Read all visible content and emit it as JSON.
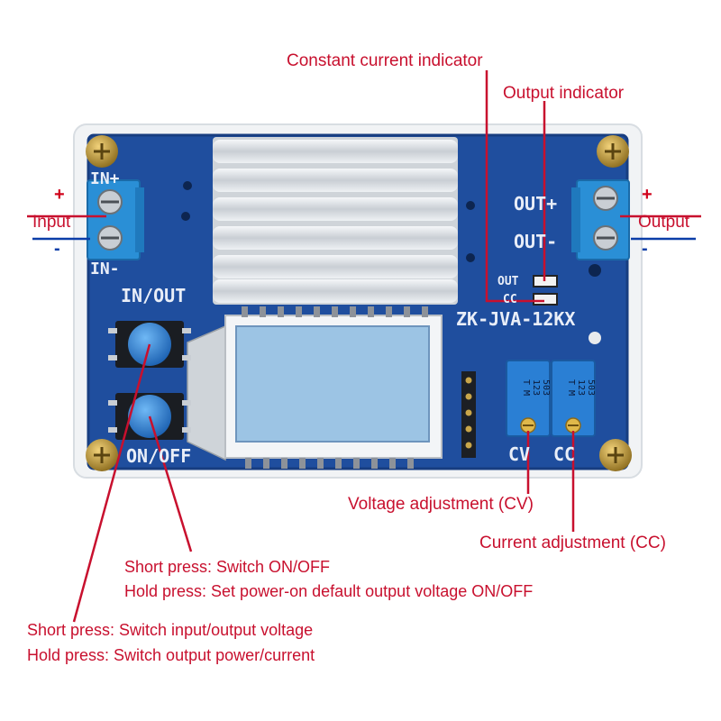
{
  "annotations": {
    "constant_current_indicator": "Constant current indicator",
    "output_indicator": "Output indicator",
    "input": "Input",
    "output": "Output",
    "voltage_adjustment": "Voltage adjustment (CV)",
    "current_adjustment": "Current adjustment (CC)",
    "onoff_short": "Short press: Switch ON/OFF",
    "onoff_hold": "Hold press: Set power-on default output voltage ON/OFF",
    "inout_short": "Short press: Switch input/output voltage",
    "inout_hold": "Hold press: Switch output power/current"
  },
  "polarity": {
    "plus": "+",
    "minus": "-"
  },
  "board": {
    "in_plus": "IN+",
    "in_minus": "IN-",
    "in_out": "IN/OUT",
    "on_off": "ON/OFF",
    "out_plus": "OUT+",
    "out_minus": "OUT-",
    "led_out": "OUT",
    "led_cc": "CC",
    "model": "ZK-JVA-12KX",
    "cv": "CV",
    "cc": "CC",
    "pot1_code": "503",
    "pot1_val": "123 T M",
    "pot2_code": "503",
    "pot2_val": "123 T M"
  },
  "colors": {
    "annotation": "#c8102e",
    "pcb": "#1f4e9e",
    "terminal": "#2a8fd6",
    "button": "#2f86d9",
    "heatsink": "#d9dde2",
    "lcd": "#9cc4e4"
  }
}
